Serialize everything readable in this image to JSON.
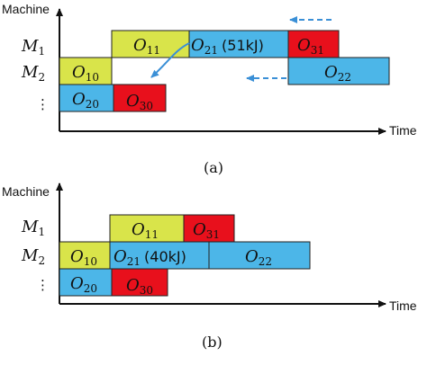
{
  "colors": {
    "yellow": "#d9e44a",
    "red": "#e8101c",
    "blue": "#4cb6e8",
    "arrow_blue": "#3a8fd6"
  },
  "axes": {
    "y_label": "Machine",
    "x_label": "Time"
  },
  "machines": [
    {
      "letter": "M",
      "sub": "1"
    },
    {
      "letter": "M",
      "sub": "2"
    }
  ],
  "more_rows": "⋮",
  "panels": [
    {
      "caption": "(a)",
      "operations": [
        {
          "letter": "O",
          "sub": "11",
          "energy": "",
          "color": "yellow"
        },
        {
          "letter": "O",
          "sub": "21",
          "energy": "(51kJ)",
          "color": "blue"
        },
        {
          "letter": "O",
          "sub": "31",
          "energy": "",
          "color": "red"
        },
        {
          "letter": "O",
          "sub": "10",
          "energy": "",
          "color": "yellow"
        },
        {
          "letter": "O",
          "sub": "22",
          "energy": "",
          "color": "blue"
        },
        {
          "letter": "O",
          "sub": "20",
          "energy": "",
          "color": "blue"
        },
        {
          "letter": "O",
          "sub": "30",
          "energy": "",
          "color": "red"
        }
      ]
    },
    {
      "caption": "(b)",
      "operations": [
        {
          "letter": "O",
          "sub": "11",
          "energy": "",
          "color": "yellow"
        },
        {
          "letter": "O",
          "sub": "31",
          "energy": "",
          "color": "red"
        },
        {
          "letter": "O",
          "sub": "10",
          "energy": "",
          "color": "yellow"
        },
        {
          "letter": "O",
          "sub": "21",
          "energy": "(40kJ)",
          "color": "blue"
        },
        {
          "letter": "O",
          "sub": "22",
          "energy": "",
          "color": "blue"
        },
        {
          "letter": "O",
          "sub": "20",
          "energy": "",
          "color": "blue"
        },
        {
          "letter": "O",
          "sub": "30",
          "energy": "",
          "color": "red"
        }
      ]
    }
  ]
}
